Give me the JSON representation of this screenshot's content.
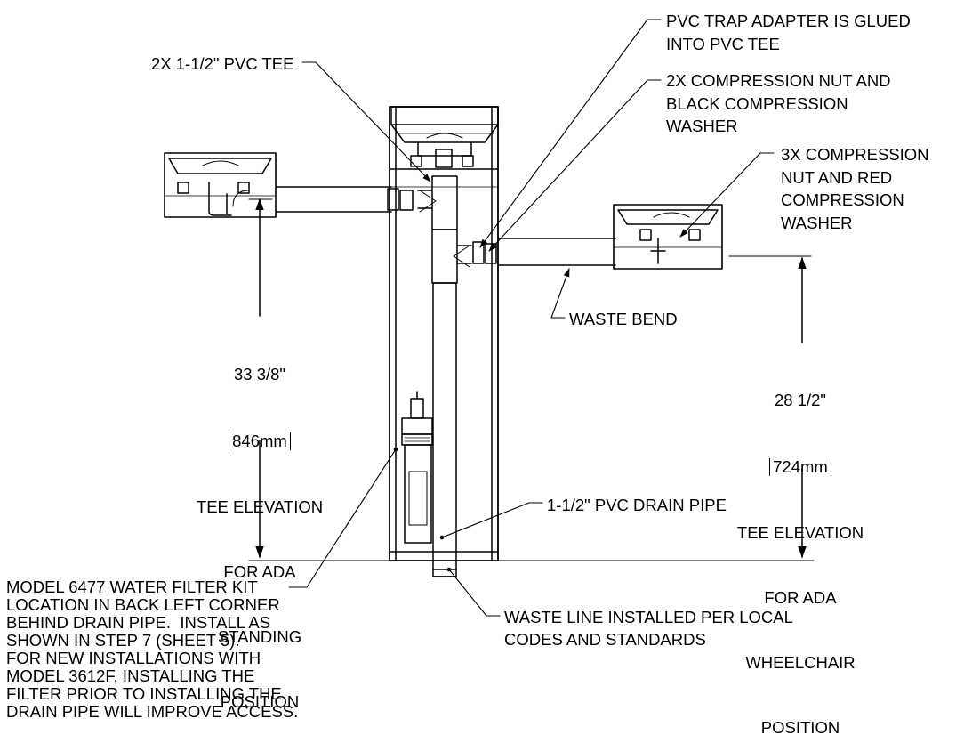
{
  "labels": {
    "pvc_tee": "2X 1-1/2\" PVC TEE",
    "trap_adapter_1": "PVC TRAP ADAPTER IS GLUED",
    "trap_adapter_2": "INTO PVC TEE",
    "black_nut_1": "2X COMPRESSION NUT AND",
    "black_nut_2": "BLACK COMPRESSION",
    "black_nut_3": "WASHER",
    "red_nut_1": "3X COMPRESSION",
    "red_nut_2": "NUT AND RED",
    "red_nut_3": "COMPRESSION",
    "red_nut_4": "WASHER",
    "waste_bend": "WASTE BEND",
    "drain_pipe": "1-1/2\" PVC DRAIN PIPE",
    "waste_line_1": "WASTE LINE INSTALLED PER LOCAL",
    "waste_line_2": "CODES AND STANDARDS",
    "filter_1": "MODEL 6477 WATER FILTER KIT",
    "filter_2": "LOCATION IN BACK LEFT CORNER",
    "filter_3": "BEHIND DRAIN PIPE.  INSTALL AS",
    "filter_4": "SHOWN IN STEP 7 (SHEET 5).",
    "filter_5": "FOR NEW INSTALLATIONS WITH",
    "filter_6": "MODEL 3612F, INSTALLING THE",
    "filter_7": "FILTER PRIOR TO INSTALLING THE",
    "filter_8": "DRAIN PIPE WILL IMPROVE ACCESS."
  },
  "dim_standing": {
    "imperial": "33 3/8\"",
    "metric": "846mm",
    "line1": "TEE ELEVATION",
    "line2": "FOR ADA",
    "line3": "STANDING",
    "line4": "POSITION"
  },
  "dim_wheelchair": {
    "imperial": "28 1/2\"",
    "metric": "724mm",
    "line1": "TEE ELEVATION",
    "line2": "FOR ADA",
    "line3": "WHEELCHAIR",
    "line4": "POSITION"
  }
}
